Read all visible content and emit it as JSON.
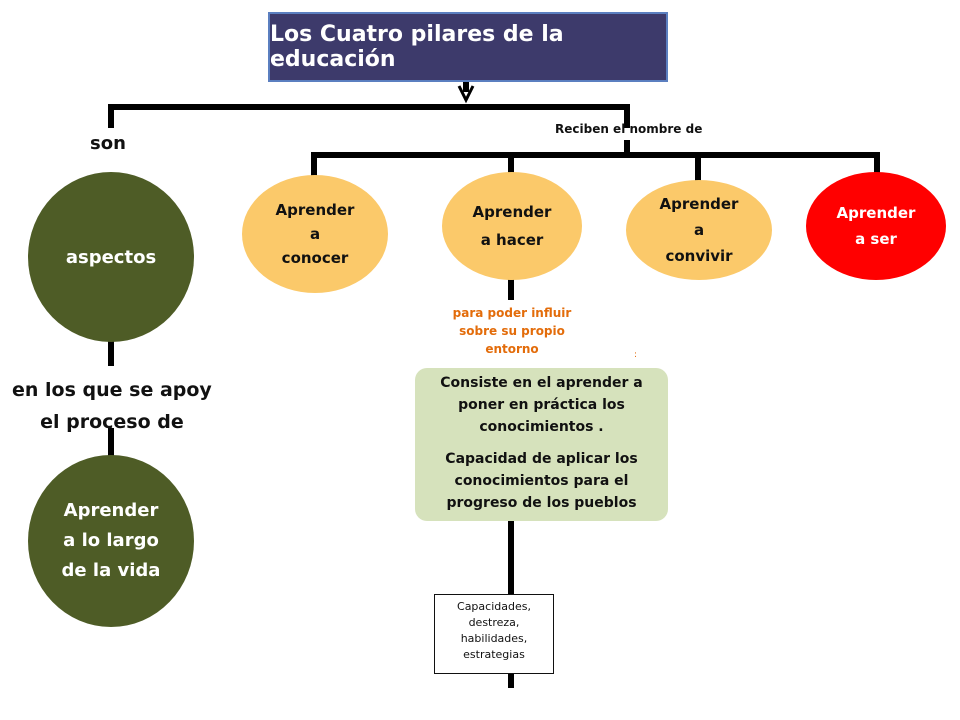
{
  "title": "Los Cuatro pilares de la educación",
  "labels": {
    "son": "son",
    "reciben": "Reciben el nombre de",
    "en_los_que_1": "en los que se apoy",
    "en_los_que_2": "el proceso de",
    "para_poder_1": "para poder influir",
    "para_poder_2": "sobre su propio",
    "para_poder_3": "entorno"
  },
  "left_circles": [
    {
      "lines": [
        "aspectos"
      ]
    },
    {
      "lines": [
        "Aprender",
        "a lo largo",
        "de la vida"
      ]
    }
  ],
  "pillars": [
    {
      "lines": [
        "Aprender",
        "a",
        "conocer"
      ],
      "color": "#fbc96a"
    },
    {
      "lines": [
        "Aprender",
        "a hacer"
      ],
      "color": "#fbc96a"
    },
    {
      "lines": [
        "Aprender",
        "a",
        "convivir"
      ],
      "color": "#fbc96a"
    },
    {
      "lines": [
        "Aprender",
        "a ser"
      ],
      "color": "#ff0000"
    }
  ],
  "description": {
    "p1": [
      "Consiste en el aprender a",
      "poner en práctica los",
      "conocimientos ."
    ],
    "p2": [
      "Capacidad de aplicar los",
      "conocimientos para el",
      "progreso de los pueblos"
    ]
  },
  "capacities": [
    "Capacidades,",
    "destreza,",
    "habilidades,",
    "estrategias"
  ],
  "colors": {
    "title_bg": "#3d3a6b",
    "circle": "#4e5c26",
    "pillar": "#fbc96a",
    "pillar_red": "#ff0000",
    "desc_bg": "#d6e2bc",
    "orange_text": "#e36c0a"
  }
}
